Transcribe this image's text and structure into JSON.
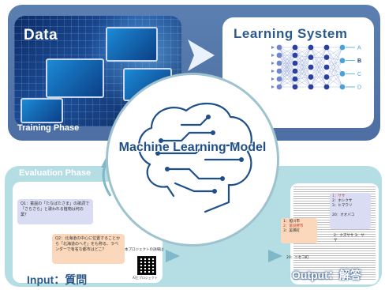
{
  "training": {
    "phase_label": "Training Phase",
    "data_title": "Data",
    "learning_title": "Learning System",
    "outputs": [
      "A",
      "B",
      "C",
      "D"
    ]
  },
  "model": {
    "title": "Machine Learning Model"
  },
  "evaluation": {
    "phase_label": "Evaluation Phase",
    "input_title": "Input：質問",
    "output_title": "Output：解答",
    "q1": "Q1：童謡の「たなばたさま」の歌詞で「さらさら」と歌われる植物は何の葉？",
    "q2": "Q2：北海道の中心に位置することから「北海道のへそ」をも称る、ラベンダーで有名な都市はどこ？",
    "project_label": "本プロジェクトの詳細は",
    "project_name": "AI王プロジェクト",
    "answers_purple": [
      "1：ササ",
      "2：ホシクサ",
      "3：ヒマワリ"
    ],
    "answers_purple_extra": [
      "20：オオバコ"
    ],
    "answers_orange": [
      "1：旭川市",
      "2：富良野市",
      "3：美瑛町"
    ],
    "answers_lower": [
      "2：クズササ",
      "3：ササ"
    ],
    "answers_bottom": "20：ニセコ町"
  },
  "colors": {
    "training_band": "#5b7fb0",
    "evaluation_band": "#b5dde4",
    "title_blue": "#2d5a8c",
    "node_blue": "#2a3fa0",
    "q1_bg": "#d9dcf3",
    "q2_bg": "#fbd8bb"
  }
}
